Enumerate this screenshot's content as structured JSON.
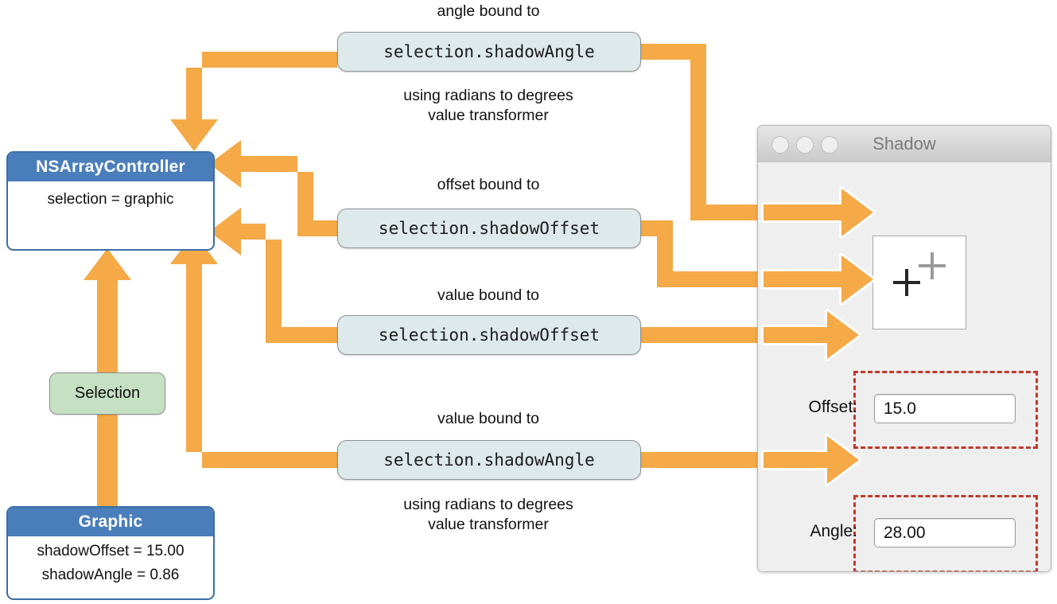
{
  "colors": {
    "arrow": "#f5a947",
    "node_header": "#4a7ebb",
    "node_border": "#3b6ea8",
    "code_fill": "#dde9eb",
    "code_border": "#8d9495",
    "pill_fill": "#c6e0c3",
    "highlight_dash": "#c0392b",
    "window_chrome": "#efefef"
  },
  "nodes": {
    "array_controller": {
      "title": "NSArrayController",
      "body": "selection = graphic"
    },
    "graphic": {
      "title": "Graphic",
      "line1": "shadowOffset = 15.00",
      "line2": "shadowAngle = 0.86"
    },
    "selection_pill": {
      "label": "Selection"
    }
  },
  "bindings": [
    {
      "id": "angle-binding",
      "caption_above": "angle bound to",
      "key_path": "selection.shadowAngle",
      "caption_below_line1": "using radians to degrees",
      "caption_below_line2": "value transformer"
    },
    {
      "id": "offset-binding",
      "caption_above": "offset bound to",
      "key_path": "selection.shadowOffset",
      "caption_below_line1": "",
      "caption_below_line2": ""
    },
    {
      "id": "offset-value-binding",
      "caption_above": "value bound to",
      "key_path": "selection.shadowOffset",
      "caption_below_line1": "",
      "caption_below_line2": ""
    },
    {
      "id": "angle-value-binding",
      "caption_above": "value bound to",
      "key_path": "selection.shadowAngle",
      "caption_below_line1": "using radians to degrees",
      "caption_below_line2": "value transformer"
    }
  ],
  "window": {
    "title": "Shadow",
    "traffic_lights": [
      "close-button",
      "minimize-button",
      "zoom-button"
    ],
    "preview": {
      "name": "shadow-preview",
      "foreground_marker": "plus-marker",
      "shadow_marker": "plus-marker-shadow"
    },
    "fields": [
      {
        "label": "Offset:",
        "value": "15.0",
        "name": "offset-field"
      },
      {
        "label": "Angle:",
        "value": "28.00",
        "name": "angle-field"
      }
    ]
  }
}
